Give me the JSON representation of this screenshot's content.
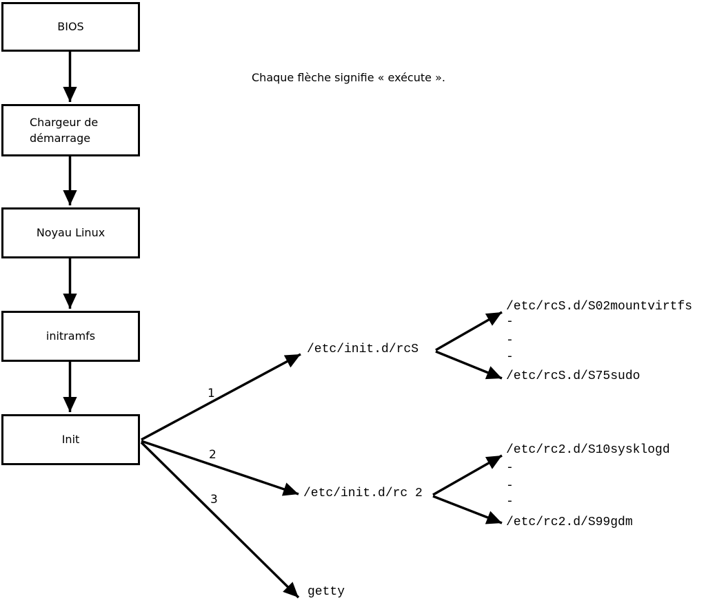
{
  "annotation": "Chaque flèche signifie « exécute ».",
  "flow_boxes": [
    {
      "label": "BIOS"
    },
    {
      "label": "Chargeur de\ndémarrage"
    },
    {
      "label": "Noyau Linux"
    },
    {
      "label": "initramfs"
    },
    {
      "label": "Init"
    }
  ],
  "branch_labels": {
    "rcs": "1",
    "rc2": "2",
    "getty": "3"
  },
  "scripts": {
    "rcs": "/etc/init.d/rcS",
    "rc2": "/etc/init.d/rc 2",
    "getty": "getty"
  },
  "rcs_children": [
    "/etc/rcS.d/S02mountvirtfs",
    "-",
    "-",
    "-",
    "/etc/rcS.d/S75sudo"
  ],
  "rc2_children": [
    "/etc/rc2.d/S10sysklogd",
    "-",
    "-",
    "-",
    "/etc/rc2.d/S99gdm"
  ],
  "colors": {
    "line": "#000000",
    "background": "#ffffff"
  }
}
